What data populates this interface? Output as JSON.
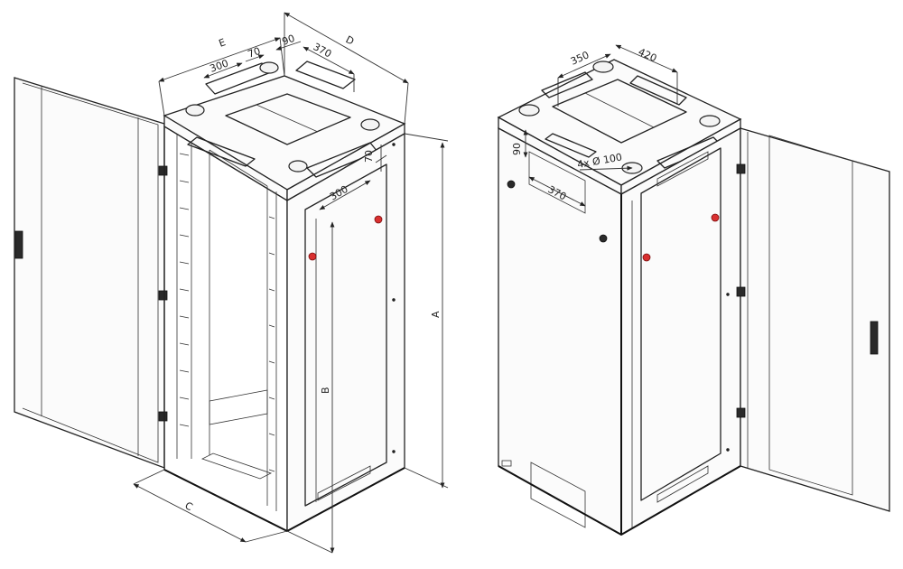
{
  "left_view": {
    "dim_top_300": "300",
    "dim_top_70": "70",
    "dim_top_90": "90",
    "dim_top_370": "370",
    "dim_E": "E",
    "dim_D": "D",
    "dim_front_300": "300",
    "dim_front_70": "70",
    "dim_A": "A",
    "dim_B": "B",
    "dim_C": "C"
  },
  "right_view": {
    "dim_350": "350",
    "dim_420": "420",
    "dim_90": "90",
    "dim_holes": "4x Ø 100",
    "dim_370": "370"
  },
  "colors": {
    "line": "#222222",
    "indicator": "#d93030"
  }
}
